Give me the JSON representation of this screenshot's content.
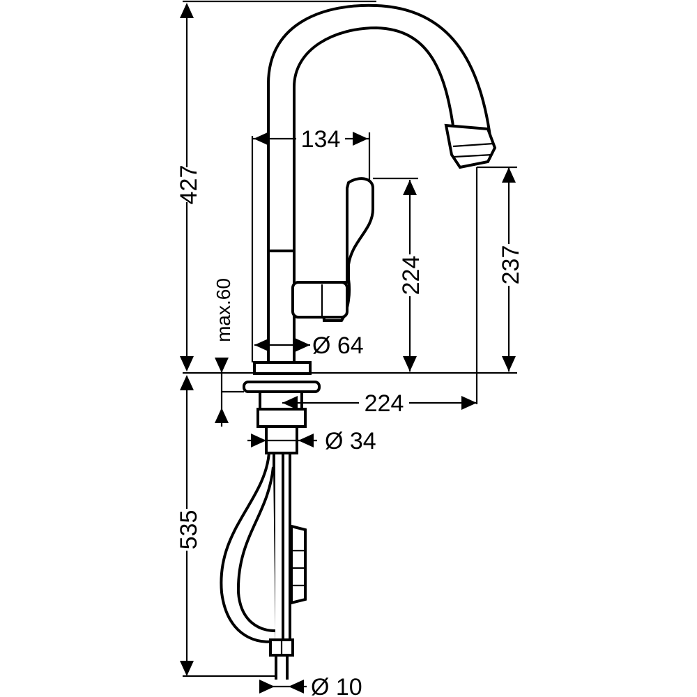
{
  "drawing": {
    "dimensions": {
      "total_height": "427",
      "lever_reach": "134",
      "lever_height": "224",
      "spout_height": "237",
      "max_deck_thickness": "max.60",
      "base_diameter": "Ø 64",
      "spout_reach": "224",
      "shank_diameter": "Ø 34",
      "hose_length": "535",
      "connection_diameter": "Ø 10"
    }
  }
}
